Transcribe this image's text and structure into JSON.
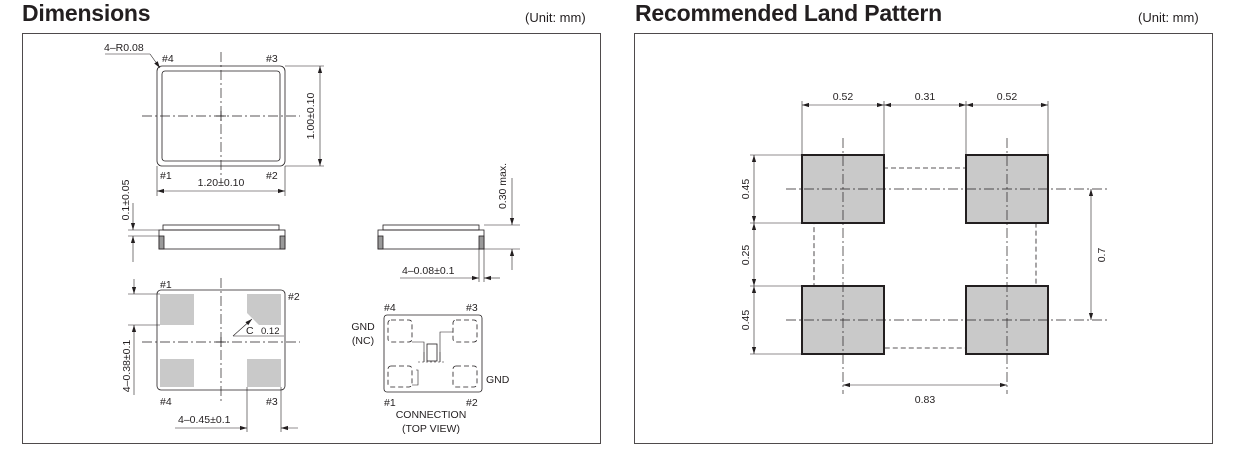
{
  "dimensions": {
    "title": "Dimensions",
    "unit": "(Unit: mm)",
    "top_view": {
      "corner_radius": "4–R0.08",
      "pin1": "#1",
      "pin2": "#2",
      "pin3": "#3",
      "pin4": "#4",
      "height": "1.00±0.10",
      "width": "1.20±0.10"
    },
    "side_view": {
      "gap": "0.1±0.05",
      "max_height": "0.30 max.",
      "electrode_thickness": "4–0.08±0.1"
    },
    "bottom_view": {
      "pin1": "#1",
      "pin2": "#2",
      "pin3": "#3",
      "pin4": "#4",
      "chamfer_c": "C",
      "chamfer_value": "0.12",
      "pad_height": "4–0.38±0.1",
      "pad_width": "4–0.45±0.1"
    },
    "connection": {
      "pin1": "#1",
      "pin2": "#2",
      "pin3": "#3",
      "pin4": "#4",
      "gnd_nc_line1": "GND",
      "gnd_nc_line2": "(NC)",
      "gnd": "GND",
      "caption_line1": "CONNECTION",
      "caption_line2": "(TOP VIEW)"
    }
  },
  "land_pattern": {
    "title": "Recommended Land Pattern",
    "unit": "(Unit: mm)",
    "top_dims": [
      "0.52",
      "0.31",
      "0.52"
    ],
    "left_dims": [
      "0.45",
      "0.25",
      "0.45"
    ],
    "right_dim": "0.7",
    "bottom_dim": "0.83"
  },
  "colors": {
    "line": "#231f20",
    "pad_fill": "#c9c9c9"
  }
}
